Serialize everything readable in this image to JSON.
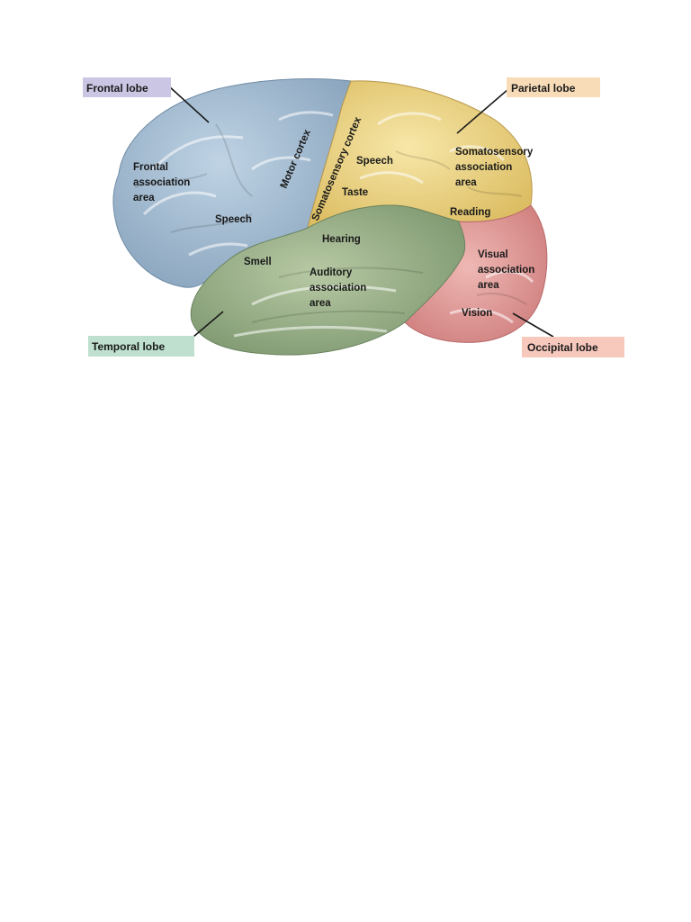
{
  "lobes": {
    "frontal": {
      "label": "Frontal lobe",
      "color": "#a9c0d6",
      "tag_color": "#cbc6e4"
    },
    "parietal": {
      "label": "Parietal lobe",
      "color": "#efd98c",
      "tag_color": "#f8dcb8"
    },
    "temporal": {
      "label": "Temporal lobe",
      "color": "#a7bc96",
      "tag_color": "#bfe0cf"
    },
    "occipital": {
      "label": "Occipital lobe",
      "color": "#e7a5a3",
      "tag_color": "#f7c8bc"
    }
  },
  "areas": {
    "frontal_association": [
      "Frontal",
      "association",
      "area"
    ],
    "motor_cortex": "Motor cortex",
    "somatosensory_cortex": "Somatosensory cortex",
    "speech_frontal": "Speech",
    "speech_parietal": "Speech",
    "taste": "Taste",
    "somatosensory_association": [
      "Somatosensory",
      "association",
      "area"
    ],
    "reading": "Reading",
    "hearing": "Hearing",
    "smell": "Smell",
    "auditory_association": [
      "Auditory",
      "association",
      "area"
    ],
    "visual_association": [
      "Visual",
      "association",
      "area"
    ],
    "vision": "Vision"
  }
}
